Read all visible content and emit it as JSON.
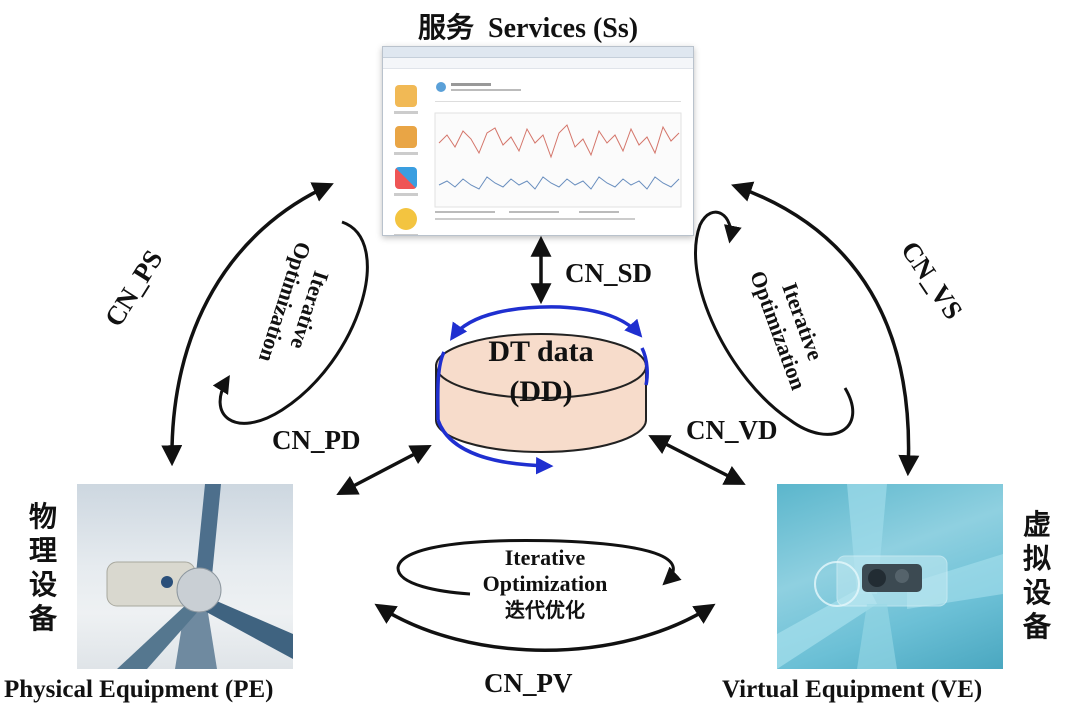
{
  "services": {
    "title_cn": "服务",
    "title_en": "Services (Ss)"
  },
  "physical": {
    "title_cn": "物理设备",
    "chars": [
      "物",
      "理",
      "设",
      "备"
    ],
    "title_en": "Physical Equipment (PE)"
  },
  "virtual": {
    "title_cn": "虚拟设备",
    "chars": [
      "虚",
      "拟",
      "设",
      "备"
    ],
    "title_en": "Virtual Equipment (VE)"
  },
  "dt": {
    "line1": "DT data",
    "line2": "(DD)"
  },
  "connections": {
    "ps": "CN_PS",
    "vs": "CN_VS",
    "sd": "CN_SD",
    "pd": "CN_PD",
    "vd": "CN_VD",
    "pv": "CN_PV"
  },
  "iterative": {
    "left": "Iterative Optimization",
    "right": "Iterative Optimization",
    "bottom_line1": "Iterative",
    "bottom_line2": "Optimization",
    "bottom_cn": "迭代优化"
  },
  "colors": {
    "cylinder_fill": "#f7dccb",
    "cycle_arrow": "#1f2fd0",
    "arrow": "#111111"
  }
}
